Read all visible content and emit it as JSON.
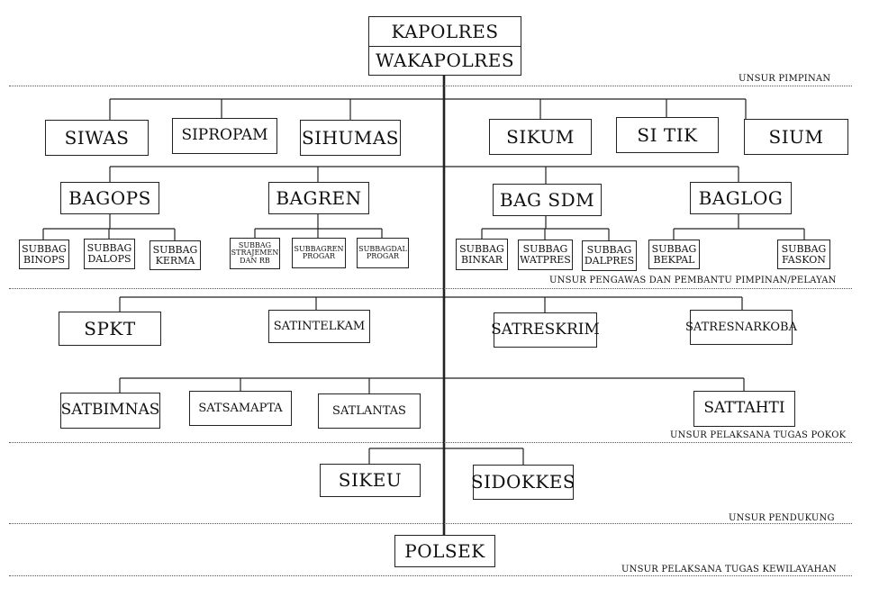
{
  "leadership": {
    "kapolres": "KAPOLRES",
    "wakapolres": "WAKAPOLRES"
  },
  "staff": [
    "SIWAS",
    "SIPROPAM",
    "SIHUMAS",
    "SIKUM",
    "SI TIK",
    "SIUM"
  ],
  "bagian": {
    "bagops": "BAGOPS",
    "bagren": "BAGREN",
    "bagsdm": "BAG SDM",
    "baglog": "BAGLOG"
  },
  "subbag": {
    "binops": "SUBBAG BINOPS",
    "dalops": "SUBBAG DALOPS",
    "kerma": "SUBBAG KERMA",
    "strajemen": "SUBBAG STRAJEMEN DAN RB",
    "progar1": "SUBBAGREN PROGAR",
    "progar2": "SUBBAGDAL PROGAR",
    "binkar": "SUBBAG BINKAR",
    "watpres": "SUBBAG WATPRES",
    "dalpres": "SUBBAG DALPRES",
    "bekpal": "SUBBAG BEKPAL",
    "faskon": "SUBBAG FASKON"
  },
  "satuan1": [
    "SPKT",
    "SATINTELKAM",
    "SATRESKRIM",
    "SATRESNARKOBA"
  ],
  "satuan2": [
    "SATBIMNAS",
    "SATSAMAPTA",
    "SATLANTAS",
    "SATTAHTI"
  ],
  "pendukung": [
    "SIKEU",
    "SIDOKKES"
  ],
  "kewilayahan": "POLSEK",
  "labels": {
    "pimpinan": "UNSUR PIMPINAN",
    "pengawas": "UNSUR PENGAWAS DAN PEMBANTU PIMPINAN/PELAYAN",
    "pelaksana": "UNSUR PELAKSANA TUGAS POKOK",
    "pendukung": "UNSUR PENDUKUNG",
    "kewilayahan": "UNSUR PELAKSANA TUGAS KEWILAYAHAN"
  }
}
